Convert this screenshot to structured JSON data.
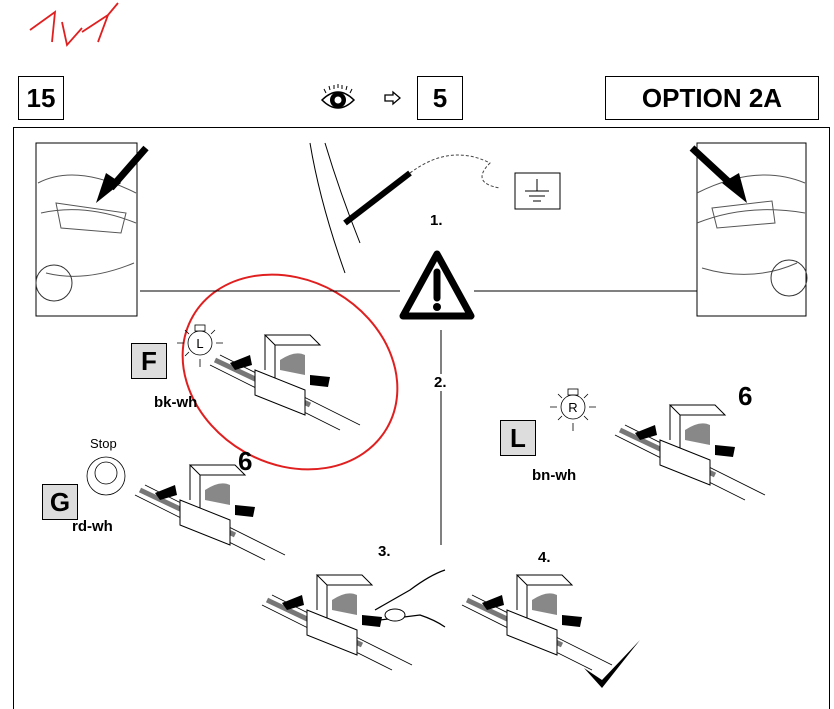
{
  "handwritten_note": "1v1",
  "header": {
    "page_number": "15",
    "reference_number": "5",
    "option_label": "OPTION 2A",
    "eye_icon": "eye-icon",
    "arrow_icon": "arrow-right-icon"
  },
  "steps": {
    "step1": "1.",
    "step2": "2.",
    "step3": "3.",
    "step4": "4."
  },
  "connectors": {
    "F": {
      "letter": "F",
      "lamp": "L",
      "wire": "bk-wh"
    },
    "G": {
      "letter": "G",
      "lamp": "Stop",
      "wire": "rd-wh",
      "pin": "6"
    },
    "L": {
      "letter": "L",
      "lamp": "R",
      "wire": "bn-wh",
      "pin": "6"
    }
  },
  "colors": {
    "annotation": "#e02020",
    "label_bg": "#dddddd"
  }
}
